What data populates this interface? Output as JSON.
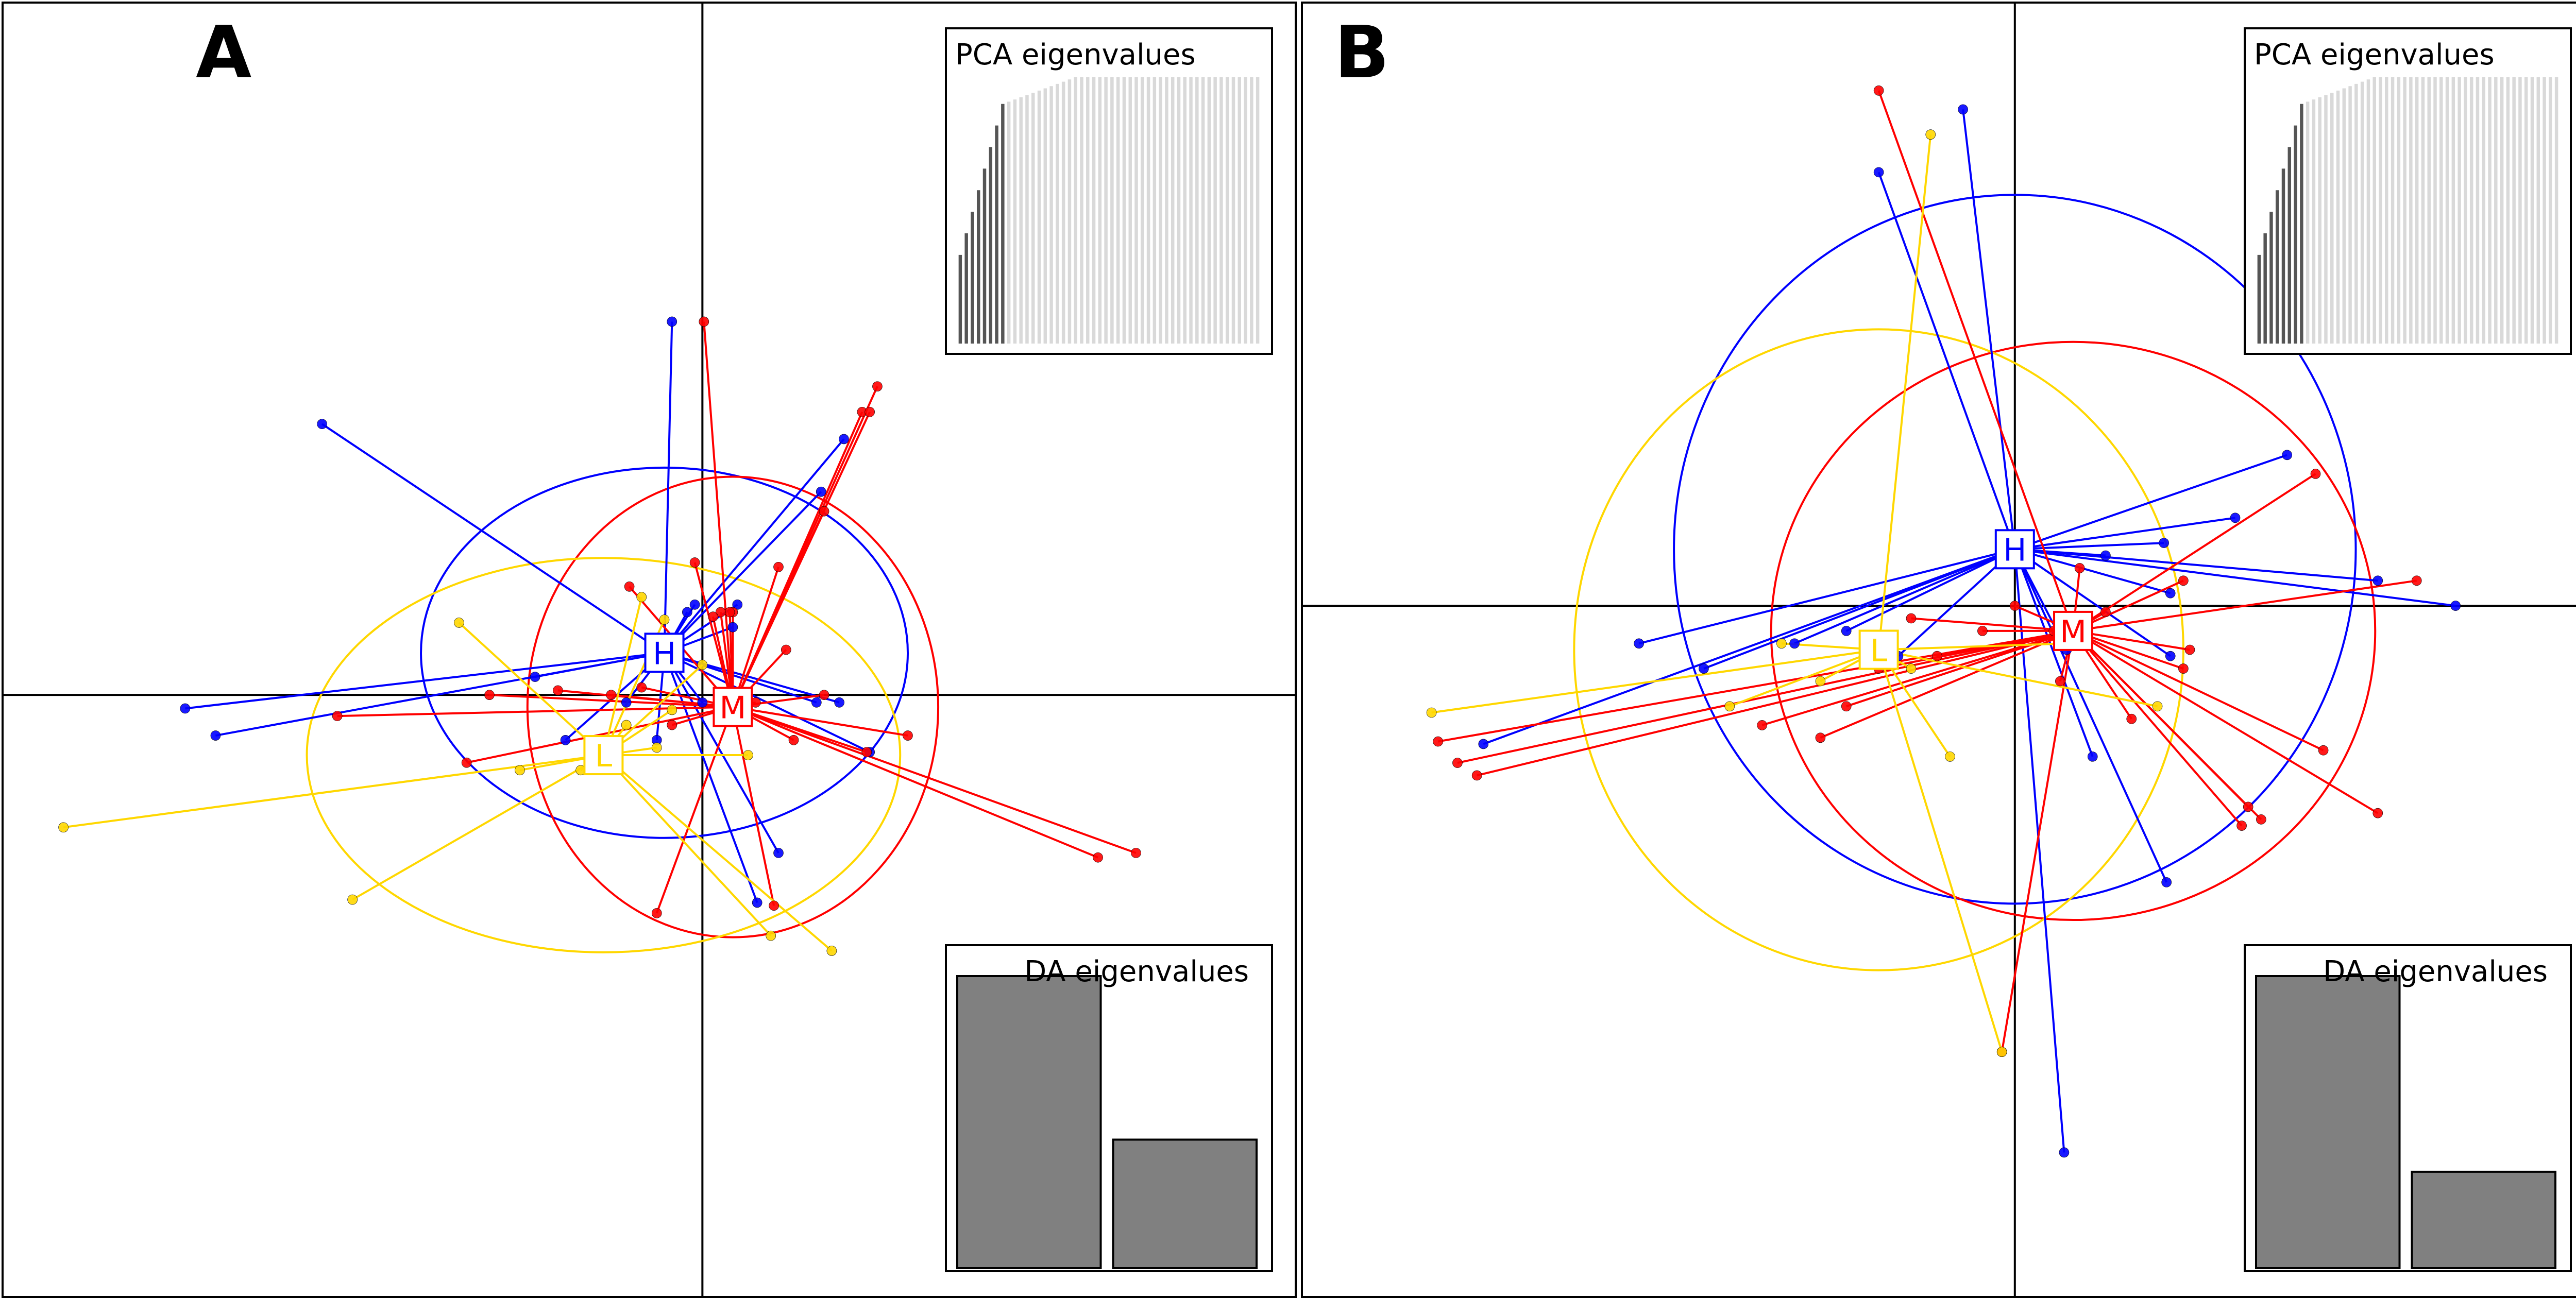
{
  "chart_data": [
    {
      "type": "scatter",
      "panel_label": "A",
      "title": "",
      "xlabel": "",
      "ylabel": "",
      "xlim": [
        -4.6,
        3.9
      ],
      "ylim": [
        -4.0,
        4.6
      ],
      "grid": false,
      "legend": "none",
      "groups": [
        {
          "name": "H",
          "color": "#0000ff",
          "centroid": [
            -0.25,
            0.28
          ],
          "ellipse": {
            "rx": 1.6,
            "ry": 1.23,
            "rotation_deg": 0
          },
          "points": [
            [
              -2.5,
              1.8
            ],
            [
              -3.4,
              -0.09
            ],
            [
              -3.2,
              -0.27
            ],
            [
              -0.2,
              2.48
            ],
            [
              -0.1,
              0.55
            ],
            [
              -0.05,
              0.6
            ],
            [
              0.93,
              1.7
            ],
            [
              0.78,
              1.35
            ],
            [
              0.23,
              0.6
            ],
            [
              0.9,
              -0.05
            ],
            [
              0.5,
              -1.05
            ],
            [
              0.36,
              -1.38
            ],
            [
              -0.9,
              -0.3
            ],
            [
              -1.1,
              0.12
            ],
            [
              0.2,
              0.45
            ],
            [
              0.0,
              -0.05
            ],
            [
              -0.5,
              -0.05
            ],
            [
              1.1,
              -0.38
            ],
            [
              0.75,
              -0.05
            ],
            [
              -0.3,
              -0.3
            ]
          ]
        },
        {
          "name": "M",
          "color": "#ff0000",
          "centroid": [
            0.2,
            -0.08
          ],
          "ellipse": {
            "rx": 1.35,
            "ry": 1.53,
            "rotation_deg": 0
          },
          "points": [
            [
              0.01,
              2.48
            ],
            [
              1.15,
              2.05
            ],
            [
              1.05,
              1.88
            ],
            [
              1.1,
              1.88
            ],
            [
              0.8,
              1.22
            ],
            [
              0.5,
              0.85
            ],
            [
              -0.05,
              0.88
            ],
            [
              0.2,
              0.55
            ],
            [
              -0.48,
              0.72
            ],
            [
              0.18,
              0.55
            ],
            [
              0.12,
              0.55
            ],
            [
              0.07,
              0.52
            ],
            [
              0.55,
              0.3
            ],
            [
              -2.4,
              -0.14
            ],
            [
              -1.4,
              0.0
            ],
            [
              -0.95,
              0.03
            ],
            [
              -0.4,
              0.05
            ],
            [
              0.8,
              0.0
            ],
            [
              1.35,
              -0.27
            ],
            [
              1.08,
              -0.38
            ],
            [
              2.85,
              -1.05
            ],
            [
              2.6,
              -1.08
            ],
            [
              0.47,
              -1.4
            ],
            [
              -0.3,
              -1.45
            ],
            [
              -1.55,
              -0.45
            ],
            [
              -0.2,
              -0.2
            ],
            [
              0.6,
              -0.3
            ],
            [
              0.35,
              -0.05
            ],
            [
              -0.6,
              0.0
            ]
          ]
        },
        {
          "name": "L",
          "color": "#ffd700",
          "centroid": [
            -0.65,
            -0.4
          ],
          "ellipse": {
            "rx": 1.95,
            "ry": 1.31,
            "rotation_deg": 0
          },
          "points": [
            [
              -4.2,
              -0.88
            ],
            [
              -2.3,
              -1.36
            ],
            [
              -1.6,
              0.48
            ],
            [
              -0.4,
              0.65
            ],
            [
              0.85,
              -1.7
            ],
            [
              0.45,
              -1.6
            ],
            [
              -0.25,
              0.5
            ],
            [
              -0.5,
              -0.2
            ],
            [
              -0.3,
              -0.35
            ],
            [
              0.3,
              -0.4
            ],
            [
              -0.8,
              -0.5
            ],
            [
              -1.2,
              -0.5
            ],
            [
              0.0,
              0.2
            ],
            [
              -0.2,
              -0.1
            ]
          ]
        }
      ],
      "insets": {
        "pca": {
          "title": "PCA eigenvalues",
          "bars_dark": 8,
          "bars_total": 50
        },
        "da": {
          "title": "DA eigenvalues",
          "values": [
            1.0,
            0.44
          ]
        }
      }
    },
    {
      "type": "scatter",
      "panel_label": "B",
      "title": "",
      "xlabel": "",
      "ylabel": "",
      "xlim": [
        -5.5,
        4.5
      ],
      "ylim": [
        -5.5,
        4.8
      ],
      "grid": false,
      "legend": "none",
      "groups": [
        {
          "name": "H",
          "color": "#0000ff",
          "centroid": [
            0.0,
            0.45
          ],
          "ellipse": {
            "rx": 2.63,
            "ry": 2.82,
            "rotation_deg": 0
          },
          "points": [
            [
              -1.05,
              3.45
            ],
            [
              -0.4,
              3.95
            ],
            [
              0.38,
              -4.35
            ],
            [
              -4.1,
              -1.1
            ],
            [
              -2.9,
              -0.3
            ],
            [
              -2.4,
              -0.5
            ],
            [
              -1.7,
              -0.3
            ],
            [
              1.15,
              0.5
            ],
            [
              1.7,
              0.7
            ],
            [
              3.4,
              0.0
            ],
            [
              2.1,
              1.2
            ],
            [
              2.8,
              0.2
            ],
            [
              0.6,
              -1.2
            ],
            [
              1.2,
              -0.4
            ],
            [
              1.2,
              0.1
            ],
            [
              0.7,
              0.4
            ],
            [
              0.4,
              -0.35
            ],
            [
              -0.9,
              -0.4
            ],
            [
              -1.3,
              -0.2
            ],
            [
              1.17,
              -2.2
            ]
          ]
        },
        {
          "name": "M",
          "color": "#ff0000",
          "centroid": [
            0.45,
            -0.2
          ],
          "ellipse": {
            "rx": 2.33,
            "ry": 2.3,
            "rotation_deg": 0
          },
          "points": [
            [
              -1.05,
              4.1
            ],
            [
              2.32,
              1.05
            ],
            [
              3.1,
              0.2
            ],
            [
              -0.1,
              -3.55
            ],
            [
              -1.5,
              -1.05
            ],
            [
              -1.95,
              -0.95
            ],
            [
              -4.45,
              -1.08
            ],
            [
              -4.3,
              -1.25
            ],
            [
              -4.15,
              -1.35
            ],
            [
              2.38,
              -1.15
            ],
            [
              2.8,
              -1.65
            ],
            [
              1.8,
              -1.6
            ],
            [
              1.9,
              -1.7
            ],
            [
              1.75,
              -1.75
            ],
            [
              0.9,
              -0.9
            ],
            [
              0.35,
              -0.6
            ],
            [
              0.3,
              -0.2
            ],
            [
              1.35,
              -0.35
            ],
            [
              1.3,
              0.2
            ],
            [
              1.3,
              -0.5
            ],
            [
              0.7,
              -0.05
            ],
            [
              -0.25,
              -0.2
            ],
            [
              -0.6,
              -0.4
            ],
            [
              -1.05,
              -0.5
            ],
            [
              -1.3,
              -0.8
            ],
            [
              0.0,
              0.0
            ],
            [
              0.5,
              0.3
            ],
            [
              -0.8,
              -0.1
            ]
          ]
        },
        {
          "name": "L",
          "color": "#ffd700",
          "centroid": [
            -1.05,
            -0.35
          ],
          "ellipse": {
            "rx": 2.35,
            "ry": 2.55,
            "rotation_deg": 0
          },
          "points": [
            [
              -0.65,
              3.75
            ],
            [
              -4.5,
              -0.85
            ],
            [
              -0.5,
              -1.2
            ],
            [
              -0.1,
              -3.55
            ],
            [
              -1.8,
              -0.3
            ],
            [
              -2.2,
              -0.8
            ],
            [
              -1.5,
              -0.6
            ],
            [
              0.4,
              -0.3
            ],
            [
              1.1,
              -0.8
            ],
            [
              -0.8,
              -0.5
            ]
          ]
        }
      ],
      "insets": {
        "pca": {
          "title": "PCA eigenvalues",
          "bars_dark": 8,
          "bars_total": 50
        },
        "da": {
          "title": "DA eigenvalues",
          "values": [
            1.0,
            0.33
          ]
        }
      }
    }
  ]
}
